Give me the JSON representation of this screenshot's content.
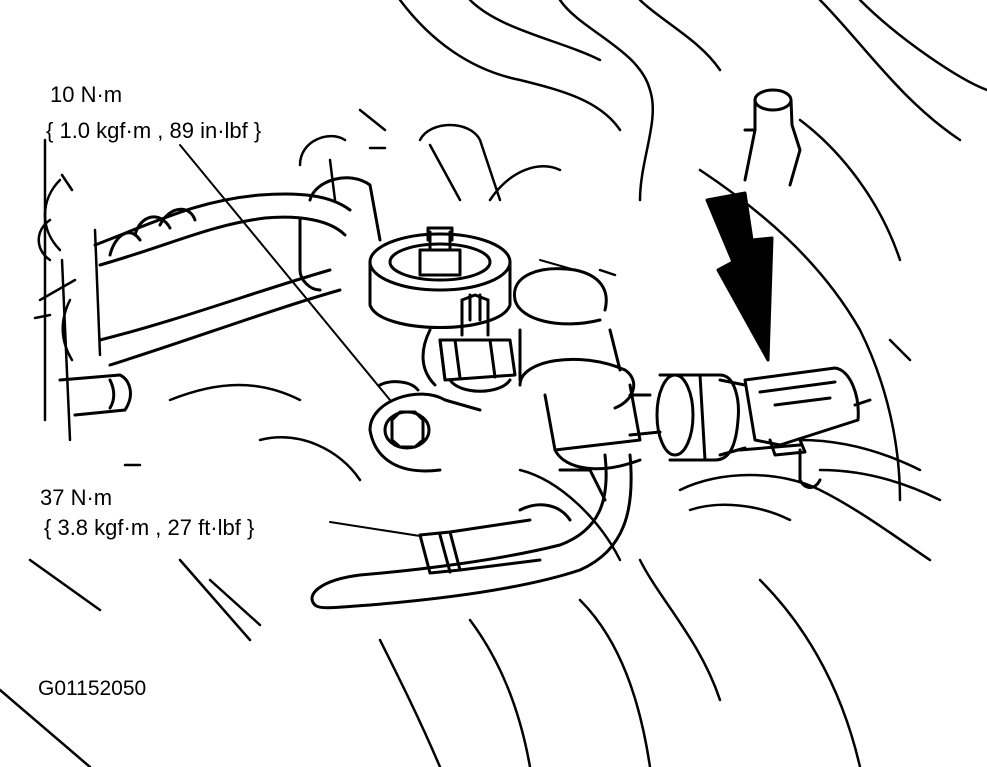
{
  "callouts": {
    "upper": {
      "value": "10 N·m",
      "alt": "{ 1.0 kgf·m , 89 in·lbf }"
    },
    "lower": {
      "value": "37 N·m",
      "alt": "{ 3.8 kgf·m , 27 ft·lbf }"
    }
  },
  "figure_id": "G01152050",
  "colors": {
    "ink": "#000000",
    "paper": "#ffffff"
  },
  "icons": {
    "pointer": "down-arrow-icon"
  }
}
